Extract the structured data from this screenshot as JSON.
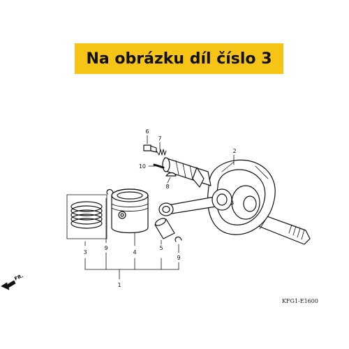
{
  "banner": {
    "text": "Na obrázku díl číslo 3",
    "color": "#f6c317"
  },
  "callouts": {
    "c1": "1",
    "c2": "2",
    "c3": "3",
    "c4": "4",
    "c5": "5",
    "c6": "6",
    "c7": "7",
    "c8": "8",
    "c9a": "9",
    "c9b": "9",
    "c10": "10"
  },
  "direction_label": "FR.",
  "drawing_code": "KFG1-E1600",
  "icons": {
    "front_arrow": "front-direction-arrow-icon"
  }
}
